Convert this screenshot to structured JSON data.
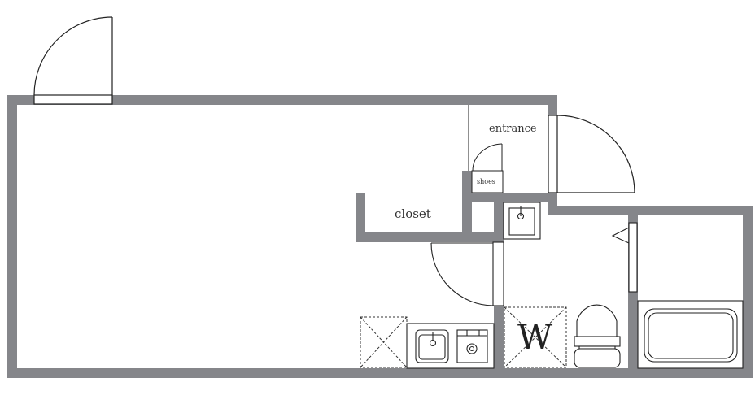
{
  "floor_plan": {
    "labels": {
      "entrance": "entrance",
      "closet": "closet",
      "shoes": "shoes",
      "washer": "W"
    },
    "rooms": [
      {
        "name": "main-room"
      },
      {
        "name": "entrance"
      },
      {
        "name": "closet"
      },
      {
        "name": "kitchen"
      },
      {
        "name": "washroom-toilet"
      },
      {
        "name": "bathroom"
      }
    ],
    "fixtures": [
      "balcony-door",
      "entrance-door",
      "shoe-cabinet",
      "wash-basin",
      "kitchen-sink",
      "stove",
      "refrigerator-space",
      "washing-machine-space",
      "toilet",
      "bathtub",
      "sliding-door"
    ],
    "colors": {
      "wall": "#85868a",
      "line": "#222222",
      "background": "#ffffff"
    }
  }
}
